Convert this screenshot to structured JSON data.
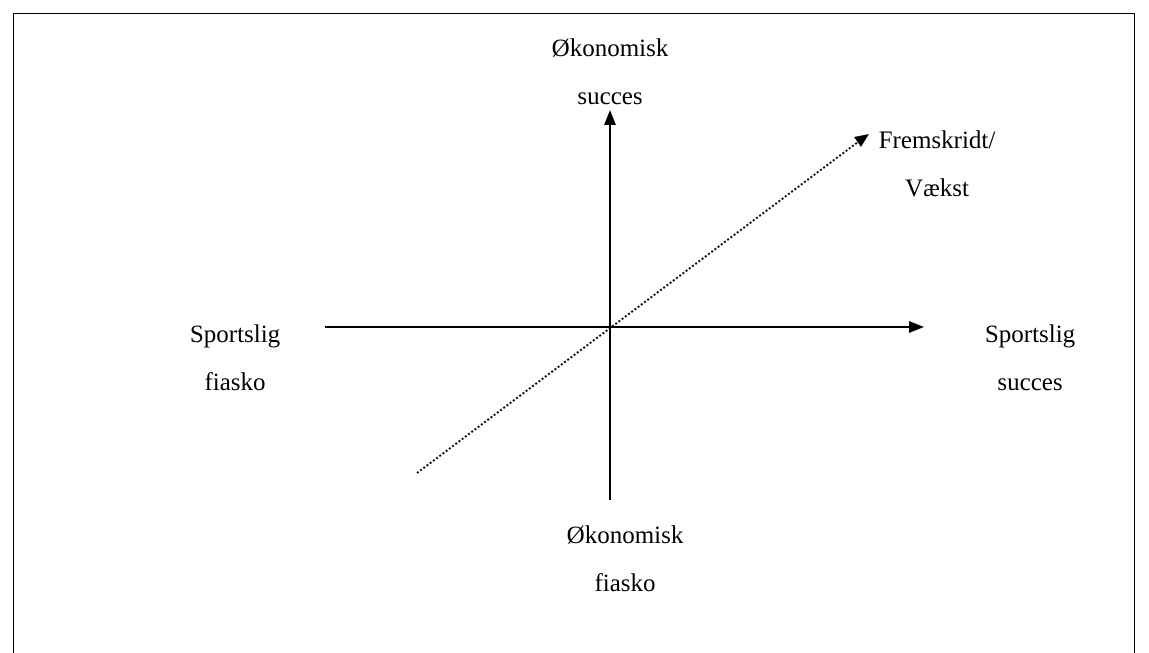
{
  "diagram": {
    "top_label": {
      "line1": "Økonomisk",
      "line2": "succes"
    },
    "bottom_label": {
      "line1": "Økonomisk",
      "line2": "fiasko"
    },
    "left_label": {
      "line1": "Sportslig",
      "line2": "fiasko"
    },
    "right_label": {
      "line1": "Sportslig",
      "line2": "succes"
    },
    "diagonal_label": {
      "line1": "Fremskridt/",
      "line2": "Vækst"
    },
    "colors": {
      "line": "#000000",
      "background": "#ffffff"
    }
  }
}
